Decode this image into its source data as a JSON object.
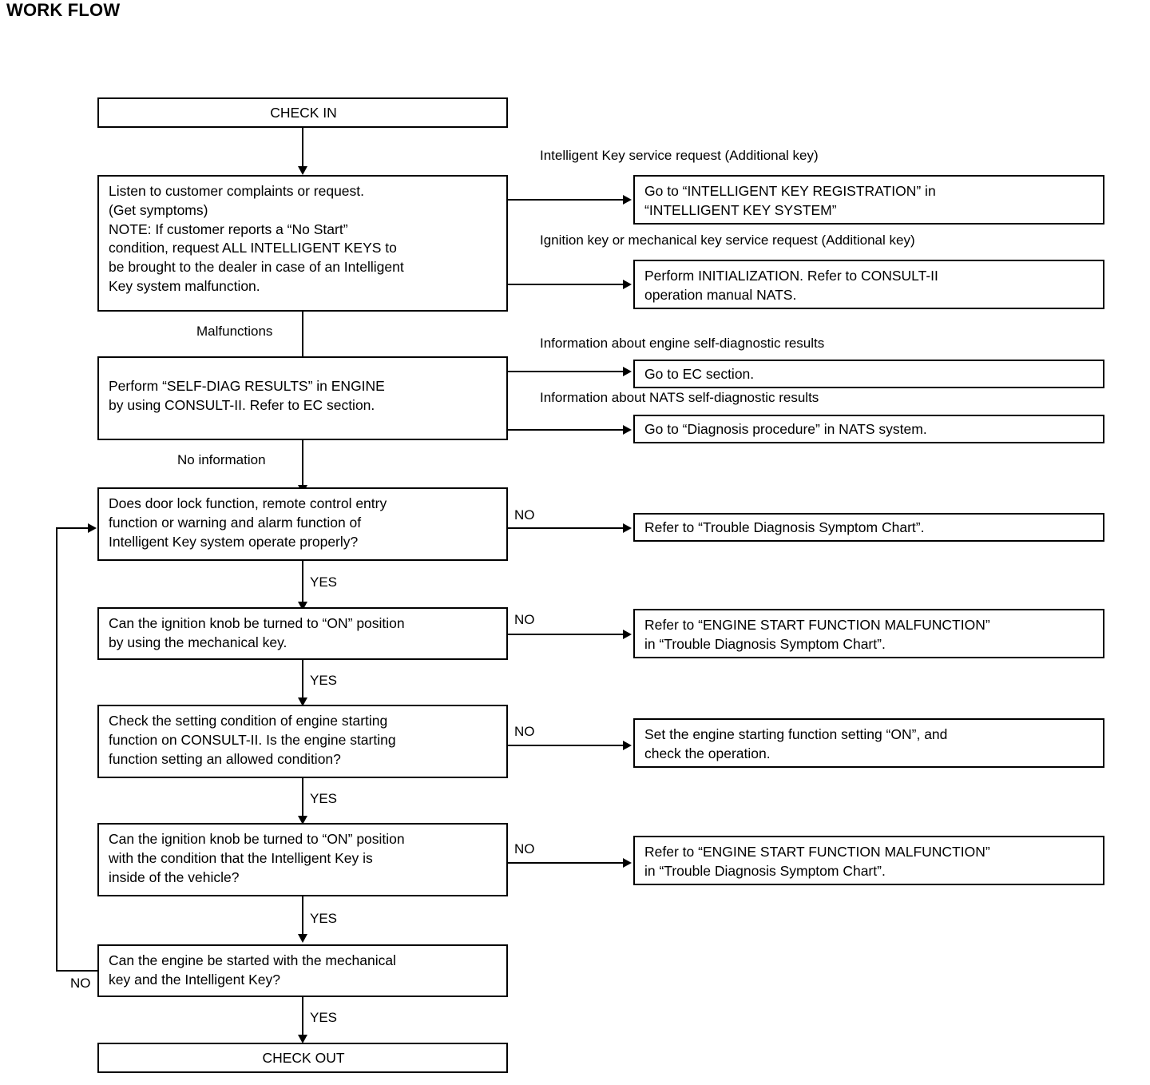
{
  "diagram": {
    "title": "WORK FLOW",
    "type": "flowchart",
    "nodes": {
      "check_in": "CHECK IN",
      "check_out": "CHECK OUT",
      "listen": [
        "Listen to customer complaints or request.",
        "(Get symptoms)",
        "NOTE: If customer reports a “No Start”",
        "condition, request ALL INTELLIGENT KEYS to",
        "be brought to the dealer in case of an Intelligent",
        "Key system malfunction."
      ],
      "self_diag": [
        "Perform “SELF-DIAG RESULTS” in ENGINE",
        "by using CONSULT-II. Refer to EC section."
      ],
      "door_lock_q": [
        "Does door lock function, remote control entry",
        "function or warning and alarm function of",
        "Intelligent Key system operate properly?"
      ],
      "ignition_mech_q": [
        "Can the ignition knob be turned to “ON” position",
        "by using the mechanical key."
      ],
      "setting_q": [
        "Check the setting condition of engine starting",
        "function on CONSULT-II. Is the engine starting",
        "function setting an allowed condition?"
      ],
      "ignition_ikey_q": [
        "Can the ignition knob be turned to “ON” position",
        "with the condition that the Intelligent Key is",
        "inside of the vehicle?"
      ],
      "engine_start_q": [
        "Can the engine be started with the mechanical",
        "key and the Intelligent Key?"
      ],
      "goto_ikey_reg": [
        "Go to “INTELLIGENT KEY REGISTRATION” in",
        "“INTELLIGENT KEY SYSTEM”"
      ],
      "perform_init": [
        "Perform INITIALIZATION. Refer to CONSULT-II",
        "operation manual NATS."
      ],
      "goto_ec": [
        "Go to EC section."
      ],
      "goto_nats": [
        "Go to “Diagnosis procedure” in NATS system."
      ],
      "refer_symptom_chart": [
        "Refer to “Trouble Diagnosis Symptom Chart”."
      ],
      "refer_engine_start_1": [
        "Refer to “ENGINE START FUNCTION MALFUNCTION”",
        "in “Trouble Diagnosis Symptom Chart”."
      ],
      "set_engine_on": [
        "Set the engine starting function setting “ON”, and",
        "check the operation."
      ],
      "refer_engine_start_2": [
        "Refer to “ENGINE START FUNCTION MALFUNCTION”",
        "in “Trouble Diagnosis Symptom Chart”."
      ]
    },
    "branch_captions": {
      "ikey_service_request": "Intelligent Key service request (Additional key)",
      "ignition_key_service_request": "Ignition key or mechanical key service request (Additional key)",
      "engine_self_diag": "Information about engine self-diagnostic results",
      "nats_self_diag": "Information about NATS self-diagnostic results"
    },
    "edge_labels": {
      "malfunctions": "Malfunctions",
      "no_information": "No information",
      "yes_1": "YES",
      "yes_2": "YES",
      "yes_3": "YES",
      "yes_4": "YES",
      "yes_5": "YES",
      "no_1": "NO",
      "no_2": "NO",
      "no_3": "NO",
      "no_4": "NO",
      "no_loopback": "NO"
    },
    "colors": {
      "line": "#000000",
      "background": "#ffffff",
      "text": "#000000"
    }
  }
}
